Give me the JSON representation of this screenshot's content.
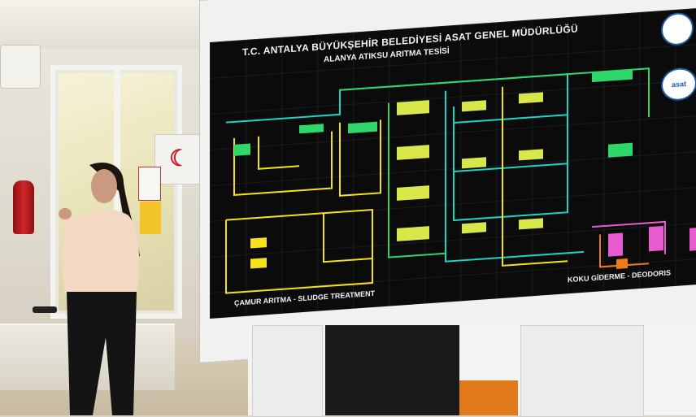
{
  "board": {
    "title": "T.C. ANTALYA BÜYÜKŞEHİR BELEDİYESİ ASAT GENEL MÜDÜRLÜĞÜ",
    "subtitle": "ALANYA ATIKSU ARITMA TESİSİ",
    "caption_sludge": "ÇAMUR ARITMA - SLUDGE TREATMENT",
    "caption_deodor": "KOKU GİDERME - DEODORIS",
    "logo_text": "asat"
  },
  "colors": {
    "board_bg": "#0b0b0b",
    "pipe_yellow": "#f5e21a",
    "pipe_cyan": "#19d6c8",
    "pipe_green": "#2fd66a",
    "tank_fill": "#d8e84a",
    "pipe_pink": "#e85ad0",
    "pipe_orange": "#f07a1a",
    "frame": "#f1f1ef"
  },
  "icons": [
    "fire-extinguisher-icon",
    "red-crescent-icon",
    "asat-logo-icon",
    "municipality-logo-icon"
  ]
}
